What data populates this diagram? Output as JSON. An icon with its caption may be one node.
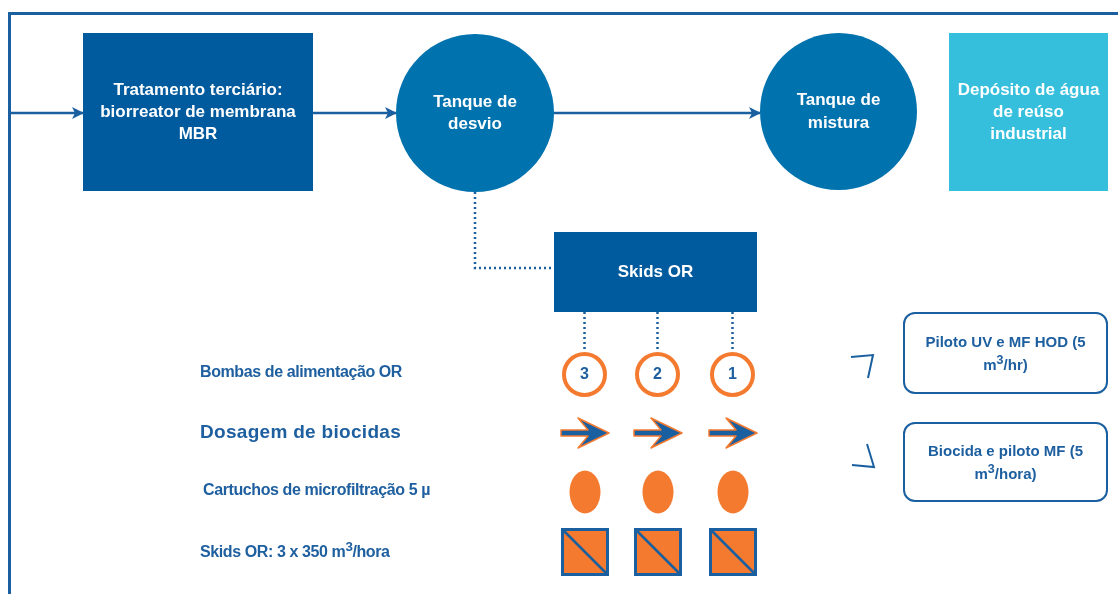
{
  "diagram": {
    "nodes": [
      {
        "text": [
          "Tratamento terciário: biorreator de membrana MBR"
        ]
      },
      {
        "text": [
          "Tanque de desvio"
        ]
      },
      {
        "text": [
          "Tanque de mistura"
        ]
      },
      {
        "text": [
          "Depósito de água de reúso industrial"
        ]
      },
      {
        "text": [
          "Skids OR"
        ]
      },
      {
        "text": [
          "3"
        ]
      },
      {
        "text": [
          "2"
        ]
      },
      {
        "text": [
          "1"
        ]
      },
      {
        "text": [
          "Piloto UV e MF HOD (5 m$^{3}$/hr)"
        ]
      },
      {
        "text": [
          "Biocida e piloto MF (5 m$^{3}$/hora)"
        ]
      }
    ],
    "edges": [
      {
        "from": null,
        "to": 0,
        "arrow": "to"
      },
      {
        "from": 0,
        "to": 1,
        "arrow": "to"
      },
      {
        "from": 1,
        "to": 2,
        "arrow": "to"
      },
      {
        "from": 1,
        "to": 4,
        "arrow": "none",
        "style": "dashed"
      },
      {
        "from": 4,
        "to": 5,
        "arrow": "none",
        "style": "dashed"
      },
      {
        "from": 4,
        "to": 6,
        "arrow": "none",
        "style": "dashed"
      },
      {
        "from": 4,
        "to": 7,
        "arrow": "none",
        "style": "dashed"
      }
    ],
    "labels": [
      "Bombas de alimentação OR",
      "Dosagem de biocidas",
      "Cartuchos de microfiltração 5 µ",
      "Skids OR: 3 x 350 m$^{3}$/hora"
    ]
  }
}
